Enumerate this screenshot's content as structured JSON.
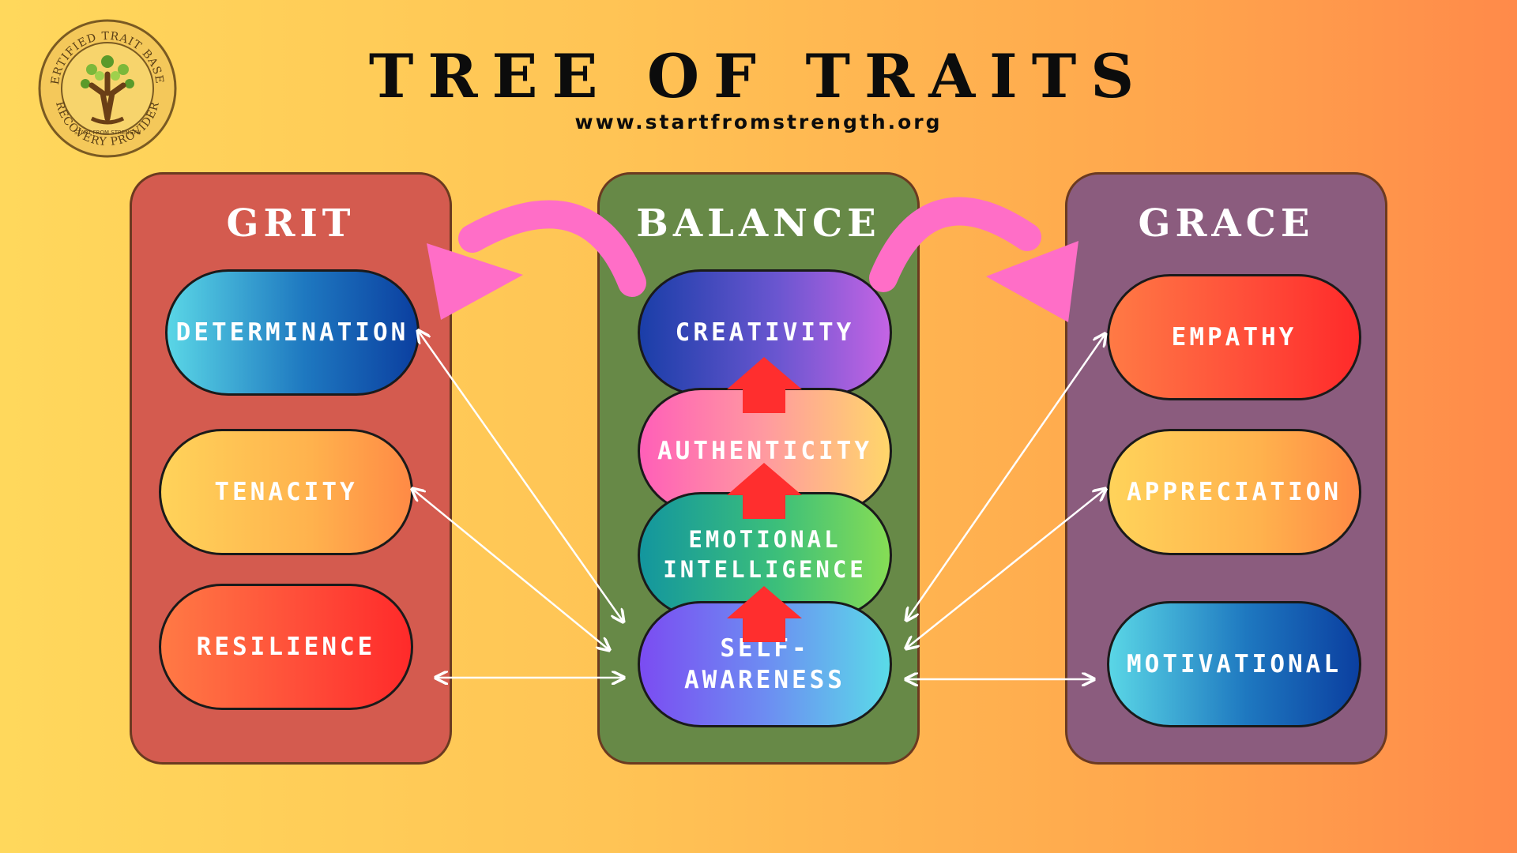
{
  "header": {
    "title": "TREE OF TRAITS",
    "url": "www.startfromstrength.org"
  },
  "logo": {
    "icon": "tree-seal-icon",
    "text_top": "CERTIFIED TRAIT BASED",
    "text_bottom": "RECOVERY PROVIDER",
    "text_inner": "START FROM STRENGTH"
  },
  "columns": {
    "grit": {
      "title": "GRIT",
      "traits": [
        "DETERMINATION",
        "TENACITY",
        "RESILIENCE"
      ]
    },
    "balance": {
      "title": "BALANCE",
      "traits": [
        "CREATIVITY",
        "AUTHENTICITY",
        "EMOTIONAL INTELLIGENCE",
        "SELF-AWARENESS"
      ]
    },
    "grace": {
      "title": "GRACE",
      "traits": [
        "EMPATHY",
        "APPRECIATION",
        "MOTIVATIONAL"
      ]
    }
  },
  "colors": {
    "grit_panel": "#d45b4f",
    "balance_panel": "#678947",
    "grace_panel": "#8b5c7e",
    "curved_arrow": "#ff6ec7",
    "up_arrow": "#ff2e2e",
    "connector": "#ffffff"
  }
}
